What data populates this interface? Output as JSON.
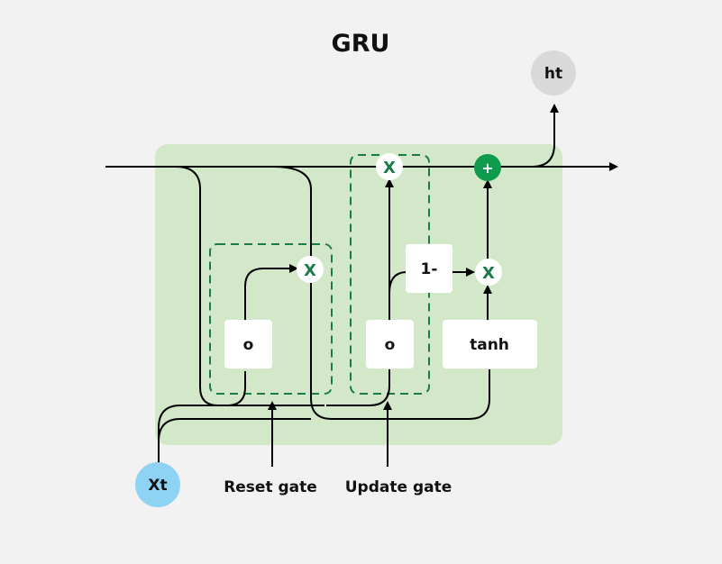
{
  "title": "GRU",
  "nodes": {
    "output": "ht",
    "input": "Xt",
    "reset_sigmoid": "o",
    "update_sigmoid": "o",
    "one_minus": "1-",
    "tanh": "tanh",
    "mult_reset": "X",
    "mult_update": "X",
    "mult_candidate": "X",
    "add": "+"
  },
  "labels": {
    "reset_gate": "Reset gate",
    "update_gate": "Update gate"
  },
  "colors": {
    "background": "#f2f2f2",
    "cell": "#d2e8c9",
    "gate_border": "#1b7a4a",
    "add_node": "#0f9b4e",
    "input_node": "#8fd3f4",
    "output_node": "#d9d9d9"
  }
}
